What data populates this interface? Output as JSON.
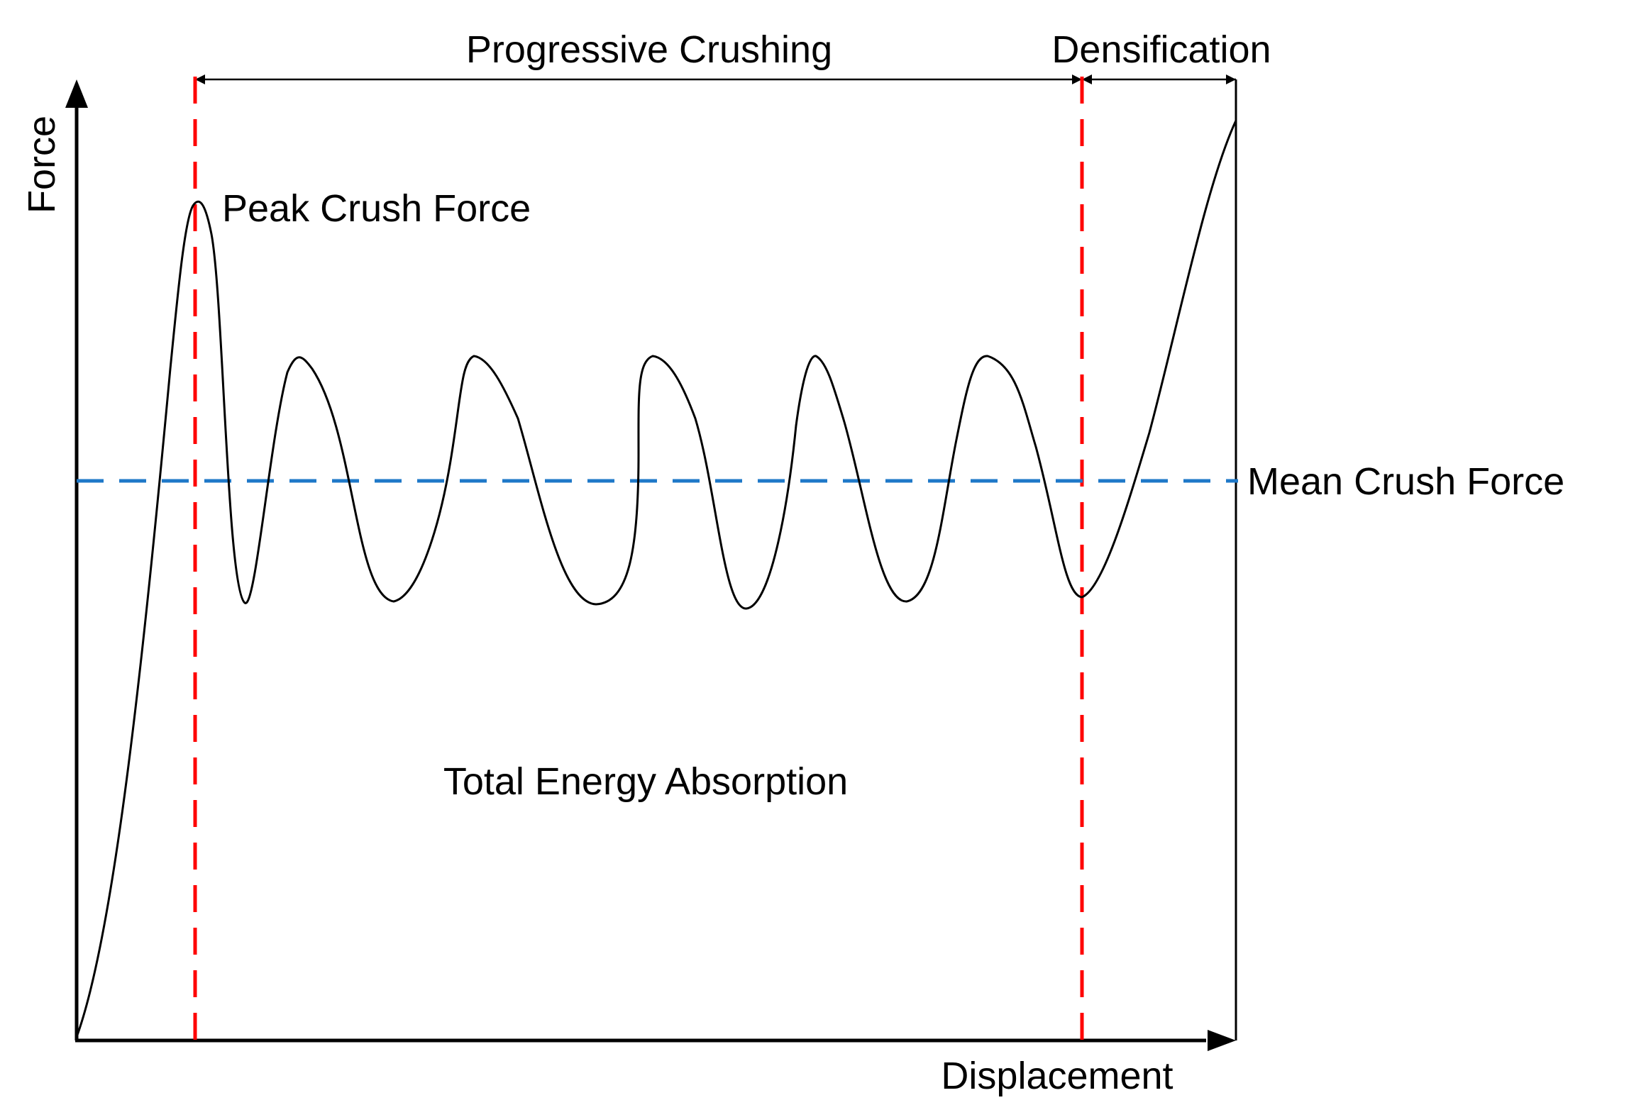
{
  "colors": {
    "curve": "#000000",
    "axes": "#000000",
    "phase_boundary": "#ff0000",
    "mean_force_line": "#1f78c8"
  },
  "labels": {
    "y_axis": "Force",
    "x_axis": "Displacement",
    "progressive_crushing": "Progressive Crushing",
    "densification": "Densification",
    "peak_crush_force": "Peak Crush Force",
    "mean_crush_force": "Mean Crush Force",
    "total_energy_absorption": "Total Energy Absorption"
  }
}
